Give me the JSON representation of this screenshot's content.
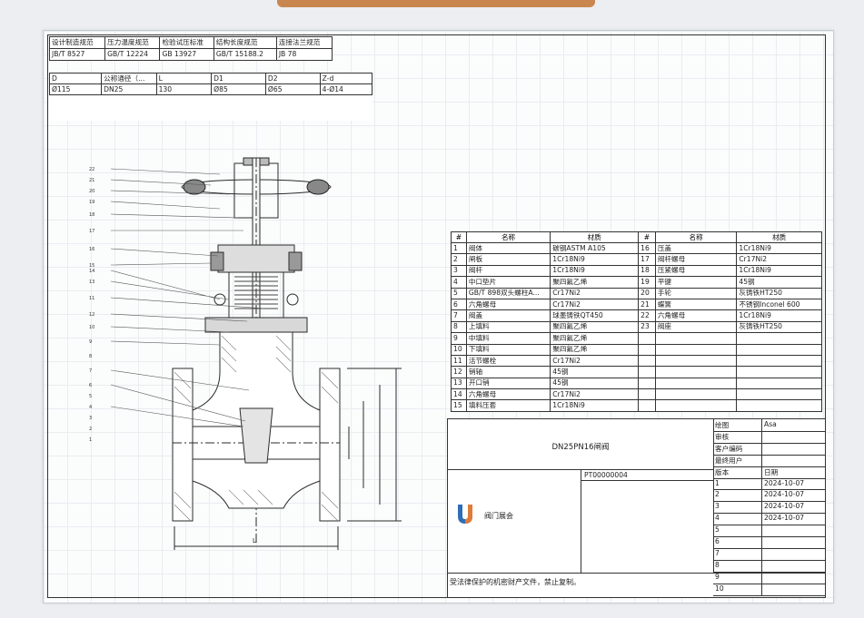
{
  "standards": {
    "headers": [
      "设计制造规范",
      "压力温度规范",
      "检验试压标准",
      "结构长度规范",
      "连接法兰规范"
    ],
    "values": [
      "JB/T 8527",
      "GB/T 12224",
      "GB 13927",
      "GB/T 15188.2",
      "JB 78"
    ]
  },
  "dimensions": {
    "headers": [
      "D",
      "公称通径（...",
      "L",
      "D1",
      "D2",
      "Z-d"
    ],
    "values": [
      "Ø115",
      "DN25",
      "130",
      "Ø85",
      "Ø65",
      "4-Ø14"
    ]
  },
  "parts_table": {
    "headers": [
      "#",
      "名称",
      "材质",
      "#",
      "名称",
      "材质"
    ],
    "left": [
      [
        "1",
        "阀体",
        "碳钢ASTM A105"
      ],
      [
        "2",
        "闸板",
        "1Cr18Ni9"
      ],
      [
        "3",
        "阀杆",
        "1Cr18Ni9"
      ],
      [
        "4",
        "中口垫片",
        "聚四氟乙烯"
      ],
      [
        "5",
        "GB/T 898双头螺柱A...",
        "Cr17Ni2"
      ],
      [
        "6",
        "六角螺母",
        "Cr17Ni2"
      ],
      [
        "7",
        "阀盖",
        "球墨铸铁QT450"
      ],
      [
        "8",
        "上填料",
        "聚四氟乙烯"
      ],
      [
        "9",
        "中填料",
        "聚四氟乙烯"
      ],
      [
        "10",
        "下填料",
        "聚四氟乙烯"
      ],
      [
        "11",
        "活节螺栓",
        "Cr17Ni2"
      ],
      [
        "12",
        "销轴",
        "45钢"
      ],
      [
        "13",
        "开口销",
        "45钢"
      ],
      [
        "14",
        "六角螺母",
        "Cr17Ni2"
      ],
      [
        "15",
        "填料压套",
        "1Cr18Ni9"
      ]
    ],
    "right": [
      [
        "16",
        "压盖",
        "1Cr18Ni9"
      ],
      [
        "17",
        "阀杆螺母",
        "Cr17Ni2"
      ],
      [
        "18",
        "压紧螺母",
        "1Cr18Ni9"
      ],
      [
        "19",
        "平键",
        "45钢"
      ],
      [
        "20",
        "手轮",
        "灰铸铁HT250"
      ],
      [
        "21",
        "蝶簧",
        "不锈钢Inconel 600"
      ],
      [
        "22",
        "六角螺母",
        "1Cr18Ni9"
      ],
      [
        "23",
        "阀座",
        "灰铸铁HT250"
      ]
    ]
  },
  "title_block": {
    "drawing_name": "DN25PN16闸阀",
    "drawing_no": "PT00000004",
    "company": "阀门展会",
    "notice": "受法律保护的机密财产文件，禁止复制。",
    "fields": [
      {
        "label": "绘图",
        "value": "Asa"
      },
      {
        "label": "审核",
        "value": ""
      },
      {
        "label": "客户编码",
        "value": ""
      },
      {
        "label": "最终用户",
        "value": ""
      }
    ],
    "version_header": "版本",
    "date_header": "日期",
    "versions": [
      {
        "v": "1",
        "d": "2024-10-07"
      },
      {
        "v": "2",
        "d": "2024-10-07"
      },
      {
        "v": "3",
        "d": "2024-10-07"
      },
      {
        "v": "4",
        "d": "2024-10-07"
      },
      {
        "v": "5",
        "d": ""
      },
      {
        "v": "6",
        "d": ""
      },
      {
        "v": "7",
        "d": ""
      },
      {
        "v": "8",
        "d": ""
      },
      {
        "v": "9",
        "d": ""
      },
      {
        "v": "10",
        "d": ""
      }
    ]
  },
  "drawing": {
    "dim_L": "L",
    "callouts": [
      "22",
      "21",
      "20",
      "19",
      "18",
      "17",
      "16",
      "15",
      "14",
      "13",
      "11",
      "12",
      "10",
      "9",
      "8",
      "7",
      "6",
      "5",
      "4",
      "3",
      "2",
      "1"
    ]
  },
  "colors": {
    "accent": "#c9864f",
    "line": "#333333",
    "logo_blue": "#2f6db5",
    "logo_orange": "#e07b39"
  }
}
